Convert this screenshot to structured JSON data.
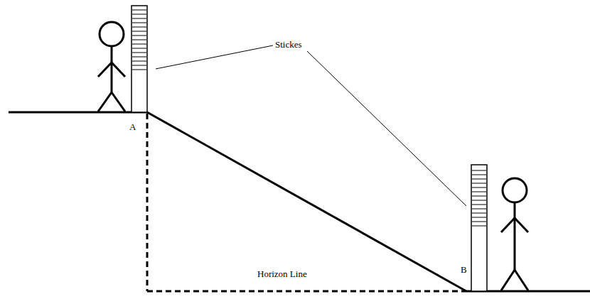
{
  "diagram": {
    "labels": [
      "Stickes",
      "A",
      "B",
      "Horizon Line"
    ]
  }
}
